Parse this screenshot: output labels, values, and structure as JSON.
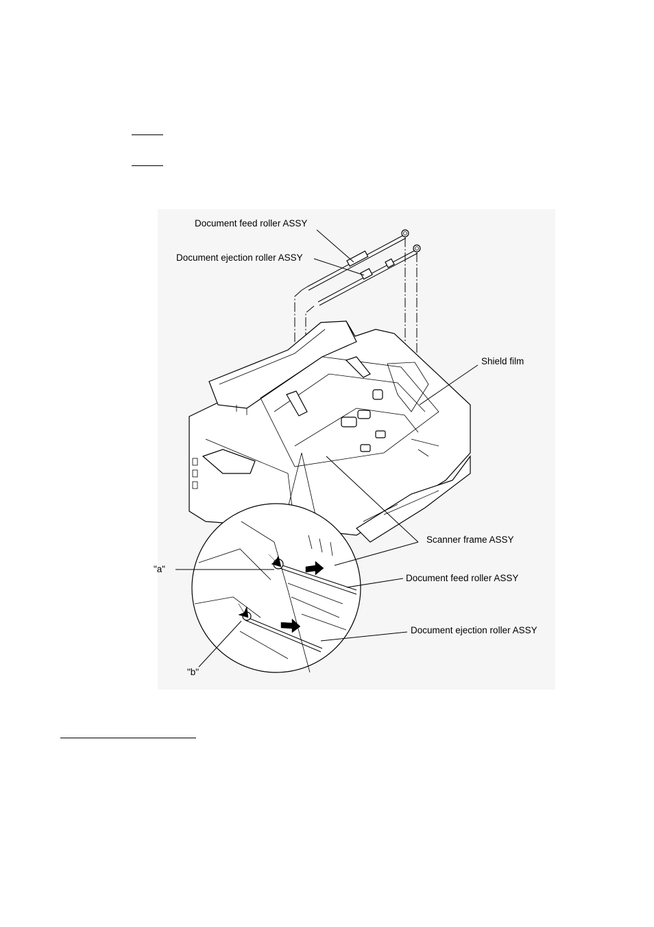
{
  "labels": {
    "feed_roller_top": "Document feed roller ASSY",
    "ejection_roller_top": "Document ejection roller ASSY",
    "shield_film": "Shield film",
    "scanner_frame": "Scanner frame ASSY",
    "marker_a": "\"a\"",
    "feed_roller_detail": "Document feed roller ASSY",
    "ejection_roller_detail": "Document ejection roller ASSY",
    "marker_b": "\"b\""
  },
  "colors": {
    "figure_background": "#f6f6f6",
    "line": "#000000"
  }
}
